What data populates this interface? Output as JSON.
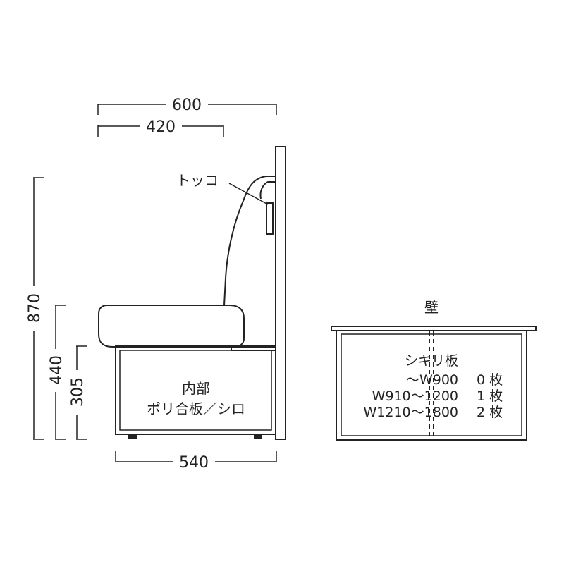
{
  "dimensions": {
    "top_width": "600",
    "seat_depth": "420",
    "total_height": "870",
    "seat_height": "440",
    "base_height": "305",
    "base_width": "540"
  },
  "labels": {
    "toko": "トッコ",
    "interior_line1": "内部",
    "interior_line2": "ポリ合板／シロ",
    "wall": "壁"
  },
  "partition_table": {
    "title": "シキリ板",
    "rows": [
      {
        "range": "～W900",
        "count": "0 枚"
      },
      {
        "range": "W910～1200",
        "count": "1 枚"
      },
      {
        "range": "W1210～1800",
        "count": "2 枚"
      }
    ]
  },
  "colors": {
    "line": "#222222",
    "background": "#ffffff"
  }
}
